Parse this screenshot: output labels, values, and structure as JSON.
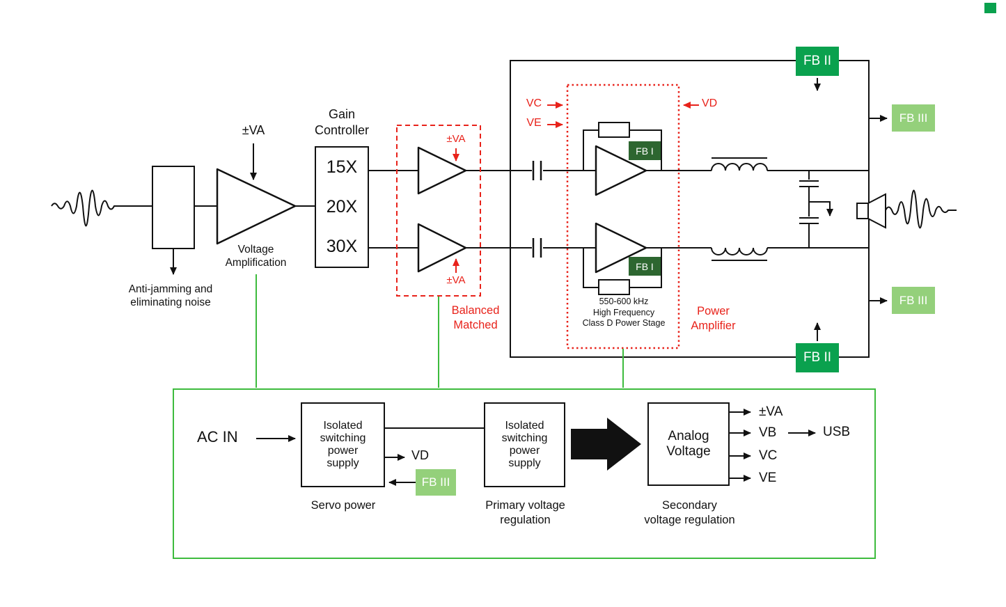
{
  "diagram": {
    "input": {
      "va_label": "±VA",
      "voltage_amp_label": "Voltage\nAmplification",
      "anti_jamming_label": "Anti-jamming and\neliminating noise"
    },
    "gain_controller": {
      "title": "Gain\nController",
      "options": [
        "15X",
        "20X",
        "30X"
      ]
    },
    "balanced": {
      "label": "Balanced\nMatched",
      "va_top": "±VA",
      "va_bottom": "±VA"
    },
    "power_stage": {
      "vc_label": "VC",
      "ve_label": "VE",
      "vd_label": "VD",
      "fb1_top": "FB I",
      "fb1_bottom": "FB I",
      "caption": "550-600 kHz\nHigh Frequency\nClass D Power Stage",
      "amp_label": "Power\nAmplifier"
    },
    "feedback": {
      "fb2_top": "FB II",
      "fb2_bottom": "FB II",
      "fb3_top": "FB III",
      "fb3_bottom": "FB III"
    },
    "power_supply": {
      "ac_in": "AC IN",
      "servo_box": "Isolated\nswitching\npower\nsupply",
      "servo_caption": "Servo power",
      "vd_out": "VD",
      "fb3_badge": "FB III",
      "primary_box": "Isolated\nswitching\npower\nsupply",
      "primary_caption": "Primary voltage\nregulation",
      "analog_box": "Analog\nVoltage",
      "secondary_caption": "Secondary\nvoltage regulation",
      "out_va": "±VA",
      "out_vb": "VB",
      "out_vc": "VC",
      "out_ve": "VE",
      "usb": "USB"
    },
    "colors": {
      "red": "#e8221a",
      "green_line": "#3dbb3d",
      "fb1_green": "#2d6630",
      "fb2_green": "#0aa14e",
      "fb3_green": "#94d07b"
    }
  }
}
